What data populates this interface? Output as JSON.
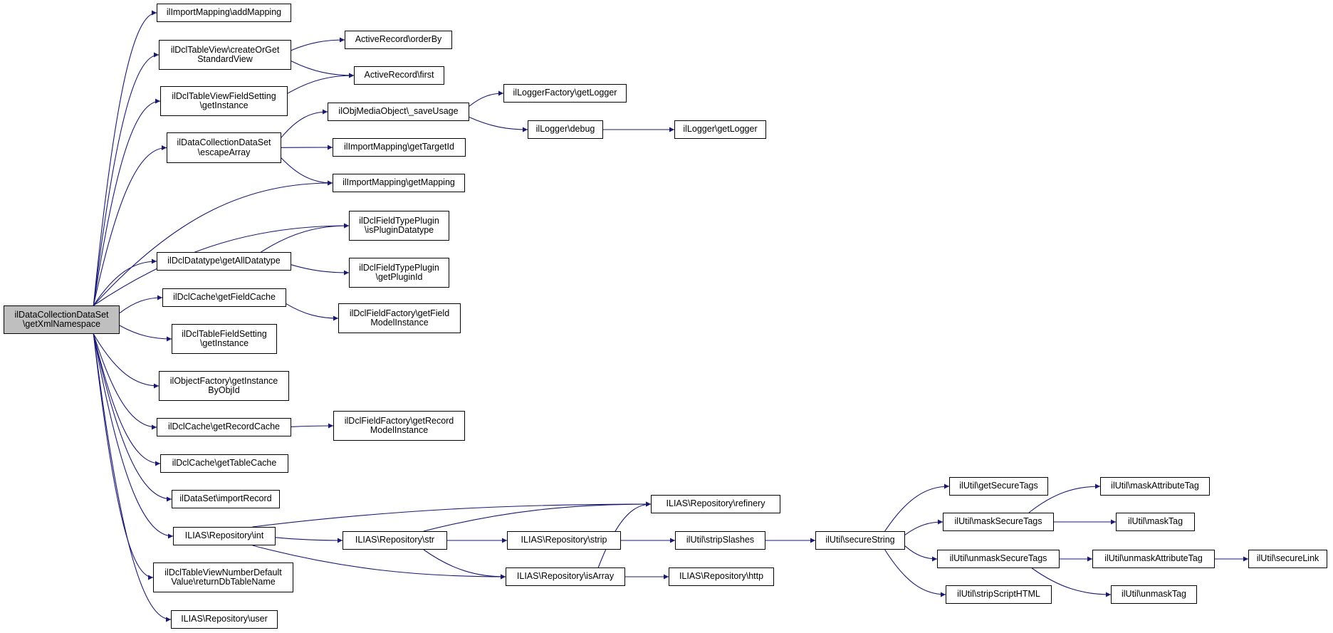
{
  "diagram": {
    "colors": {
      "edge": "#191970",
      "root_fill": "#bfbfbf",
      "node_fill": "#ffffff",
      "node_border": "#000000"
    },
    "nodes": [
      {
        "id": "root",
        "lines": [
          "ilDataCollectionDataSet",
          "\\getXmlNamespace"
        ],
        "root": true
      },
      {
        "id": "n_addMapping",
        "lines": [
          "ilImportMapping\\addMapping"
        ]
      },
      {
        "id": "n_createOrGet",
        "lines": [
          "ilDclTableView\\createOrGet",
          "StandardView"
        ]
      },
      {
        "id": "n_tvfsGetInstance",
        "lines": [
          "ilDclTableViewFieldSetting",
          "\\getInstance"
        ]
      },
      {
        "id": "n_escapeArray",
        "lines": [
          "ilDataCollectionDataSet",
          "\\escapeArray"
        ]
      },
      {
        "id": "n_getAllDatatype",
        "lines": [
          "ilDclDatatype\\getAllDatatype"
        ]
      },
      {
        "id": "n_getFieldCache",
        "lines": [
          "ilDclCache\\getFieldCache"
        ]
      },
      {
        "id": "n_tfsGetInstance",
        "lines": [
          "ilDclTableFieldSetting",
          "\\getInstance"
        ]
      },
      {
        "id": "n_getInstanceByObjId",
        "lines": [
          "ilObjectFactory\\getInstance",
          "ByObjId"
        ]
      },
      {
        "id": "n_getRecordCache",
        "lines": [
          "ilDclCache\\getRecordCache"
        ]
      },
      {
        "id": "n_getTableCache",
        "lines": [
          "ilDclCache\\getTableCache"
        ]
      },
      {
        "id": "n_importRecord",
        "lines": [
          "ilDataSet\\importRecord"
        ]
      },
      {
        "id": "n_int",
        "lines": [
          "ILIAS\\Repository\\int"
        ]
      },
      {
        "id": "n_returnDbTableName",
        "lines": [
          "ilDclTableViewNumberDefault",
          "Value\\returnDbTableName"
        ]
      },
      {
        "id": "n_user",
        "lines": [
          "ILIAS\\Repository\\user"
        ]
      },
      {
        "id": "n_orderBy",
        "lines": [
          "ActiveRecord\\orderBy"
        ]
      },
      {
        "id": "n_first",
        "lines": [
          "ActiveRecord\\first"
        ]
      },
      {
        "id": "n_saveUsage",
        "lines": [
          "ilObjMediaObject\\_saveUsage"
        ]
      },
      {
        "id": "n_getTargetId",
        "lines": [
          "ilImportMapping\\getTargetId"
        ]
      },
      {
        "id": "n_getMapping",
        "lines": [
          "ilImportMapping\\getMapping"
        ]
      },
      {
        "id": "n_isPluginDatatype",
        "lines": [
          "ilDclFieldTypePlugin",
          "\\isPluginDatatype"
        ]
      },
      {
        "id": "n_getPluginId",
        "lines": [
          "ilDclFieldTypePlugin",
          "\\getPluginId"
        ]
      },
      {
        "id": "n_getFieldModelInstance",
        "lines": [
          "ilDclFieldFactory\\getField",
          "ModelInstance"
        ]
      },
      {
        "id": "n_getRecordModelInstance",
        "lines": [
          "ilDclFieldFactory\\getRecord",
          "ModelInstance"
        ]
      },
      {
        "id": "n_loggerFactoryGetLogger",
        "lines": [
          "ilLoggerFactory\\getLogger"
        ]
      },
      {
        "id": "n_debug",
        "lines": [
          "ilLogger\\debug"
        ]
      },
      {
        "id": "n_loggerGetLogger",
        "lines": [
          "ilLogger\\getLogger"
        ]
      },
      {
        "id": "n_refinery",
        "lines": [
          "ILIAS\\Repository\\refinery"
        ]
      },
      {
        "id": "n_str",
        "lines": [
          "ILIAS\\Repository\\str"
        ]
      },
      {
        "id": "n_strip",
        "lines": [
          "ILIAS\\Repository\\strip"
        ]
      },
      {
        "id": "n_isArray",
        "lines": [
          "ILIAS\\Repository\\isArray"
        ]
      },
      {
        "id": "n_http",
        "lines": [
          "ILIAS\\Repository\\http"
        ]
      },
      {
        "id": "n_stripSlashes",
        "lines": [
          "ilUtil\\stripSlashes"
        ]
      },
      {
        "id": "n_secureString",
        "lines": [
          "ilUtil\\secureString"
        ]
      },
      {
        "id": "n_getSecureTags",
        "lines": [
          "ilUtil\\getSecureTags"
        ]
      },
      {
        "id": "n_maskSecureTags",
        "lines": [
          "ilUtil\\maskSecureTags"
        ]
      },
      {
        "id": "n_unmaskSecureTags",
        "lines": [
          "ilUtil\\unmaskSecureTags"
        ]
      },
      {
        "id": "n_stripScriptHTML",
        "lines": [
          "ilUtil\\stripScriptHTML"
        ]
      },
      {
        "id": "n_maskAttributeTag",
        "lines": [
          "ilUtil\\maskAttributeTag"
        ]
      },
      {
        "id": "n_maskTag",
        "lines": [
          "ilUtil\\maskTag"
        ]
      },
      {
        "id": "n_unmaskAttributeTag",
        "lines": [
          "ilUtil\\unmaskAttributeTag"
        ]
      },
      {
        "id": "n_unmaskTag",
        "lines": [
          "ilUtil\\unmaskTag"
        ]
      },
      {
        "id": "n_secureLink",
        "lines": [
          "ilUtil\\secureLink"
        ]
      }
    ],
    "edges": [
      [
        "root",
        "n_addMapping"
      ],
      [
        "root",
        "n_createOrGet"
      ],
      [
        "root",
        "n_tvfsGetInstance"
      ],
      [
        "root",
        "n_escapeArray"
      ],
      [
        "root",
        "n_getMapping"
      ],
      [
        "root",
        "n_isPluginDatatype"
      ],
      [
        "root",
        "n_getAllDatatype"
      ],
      [
        "root",
        "n_getFieldCache"
      ],
      [
        "root",
        "n_tfsGetInstance"
      ],
      [
        "root",
        "n_getInstanceByObjId"
      ],
      [
        "root",
        "n_getRecordCache"
      ],
      [
        "root",
        "n_getTableCache"
      ],
      [
        "root",
        "n_importRecord"
      ],
      [
        "root",
        "n_int"
      ],
      [
        "root",
        "n_returnDbTableName"
      ],
      [
        "root",
        "n_user"
      ],
      [
        "n_createOrGet",
        "n_orderBy"
      ],
      [
        "n_createOrGet",
        "n_first"
      ],
      [
        "n_tvfsGetInstance",
        "n_first"
      ],
      [
        "n_escapeArray",
        "n_saveUsage"
      ],
      [
        "n_escapeArray",
        "n_getTargetId"
      ],
      [
        "n_escapeArray",
        "n_getMapping"
      ],
      [
        "n_saveUsage",
        "n_loggerFactoryGetLogger"
      ],
      [
        "n_saveUsage",
        "n_debug"
      ],
      [
        "n_debug",
        "n_loggerGetLogger"
      ],
      [
        "n_getAllDatatype",
        "n_isPluginDatatype"
      ],
      [
        "n_getAllDatatype",
        "n_getPluginId"
      ],
      [
        "n_getFieldCache",
        "n_getFieldModelInstance"
      ],
      [
        "n_getRecordCache",
        "n_getRecordModelInstance"
      ],
      [
        "n_int",
        "n_refinery"
      ],
      [
        "n_int",
        "n_str"
      ],
      [
        "n_int",
        "n_isArray"
      ],
      [
        "n_str",
        "n_refinery"
      ],
      [
        "n_str",
        "n_strip"
      ],
      [
        "n_str",
        "n_isArray"
      ],
      [
        "n_isArray",
        "n_refinery"
      ],
      [
        "n_isArray",
        "n_http"
      ],
      [
        "n_strip",
        "n_stripSlashes"
      ],
      [
        "n_stripSlashes",
        "n_secureString"
      ],
      [
        "n_secureString",
        "n_getSecureTags"
      ],
      [
        "n_secureString",
        "n_maskSecureTags"
      ],
      [
        "n_secureString",
        "n_unmaskSecureTags"
      ],
      [
        "n_secureString",
        "n_stripScriptHTML"
      ],
      [
        "n_maskSecureTags",
        "n_maskAttributeTag"
      ],
      [
        "n_maskSecureTags",
        "n_maskTag"
      ],
      [
        "n_unmaskSecureTags",
        "n_unmaskAttributeTag"
      ],
      [
        "n_unmaskSecureTags",
        "n_unmaskTag"
      ],
      [
        "n_unmaskAttributeTag",
        "n_secureLink"
      ]
    ]
  }
}
